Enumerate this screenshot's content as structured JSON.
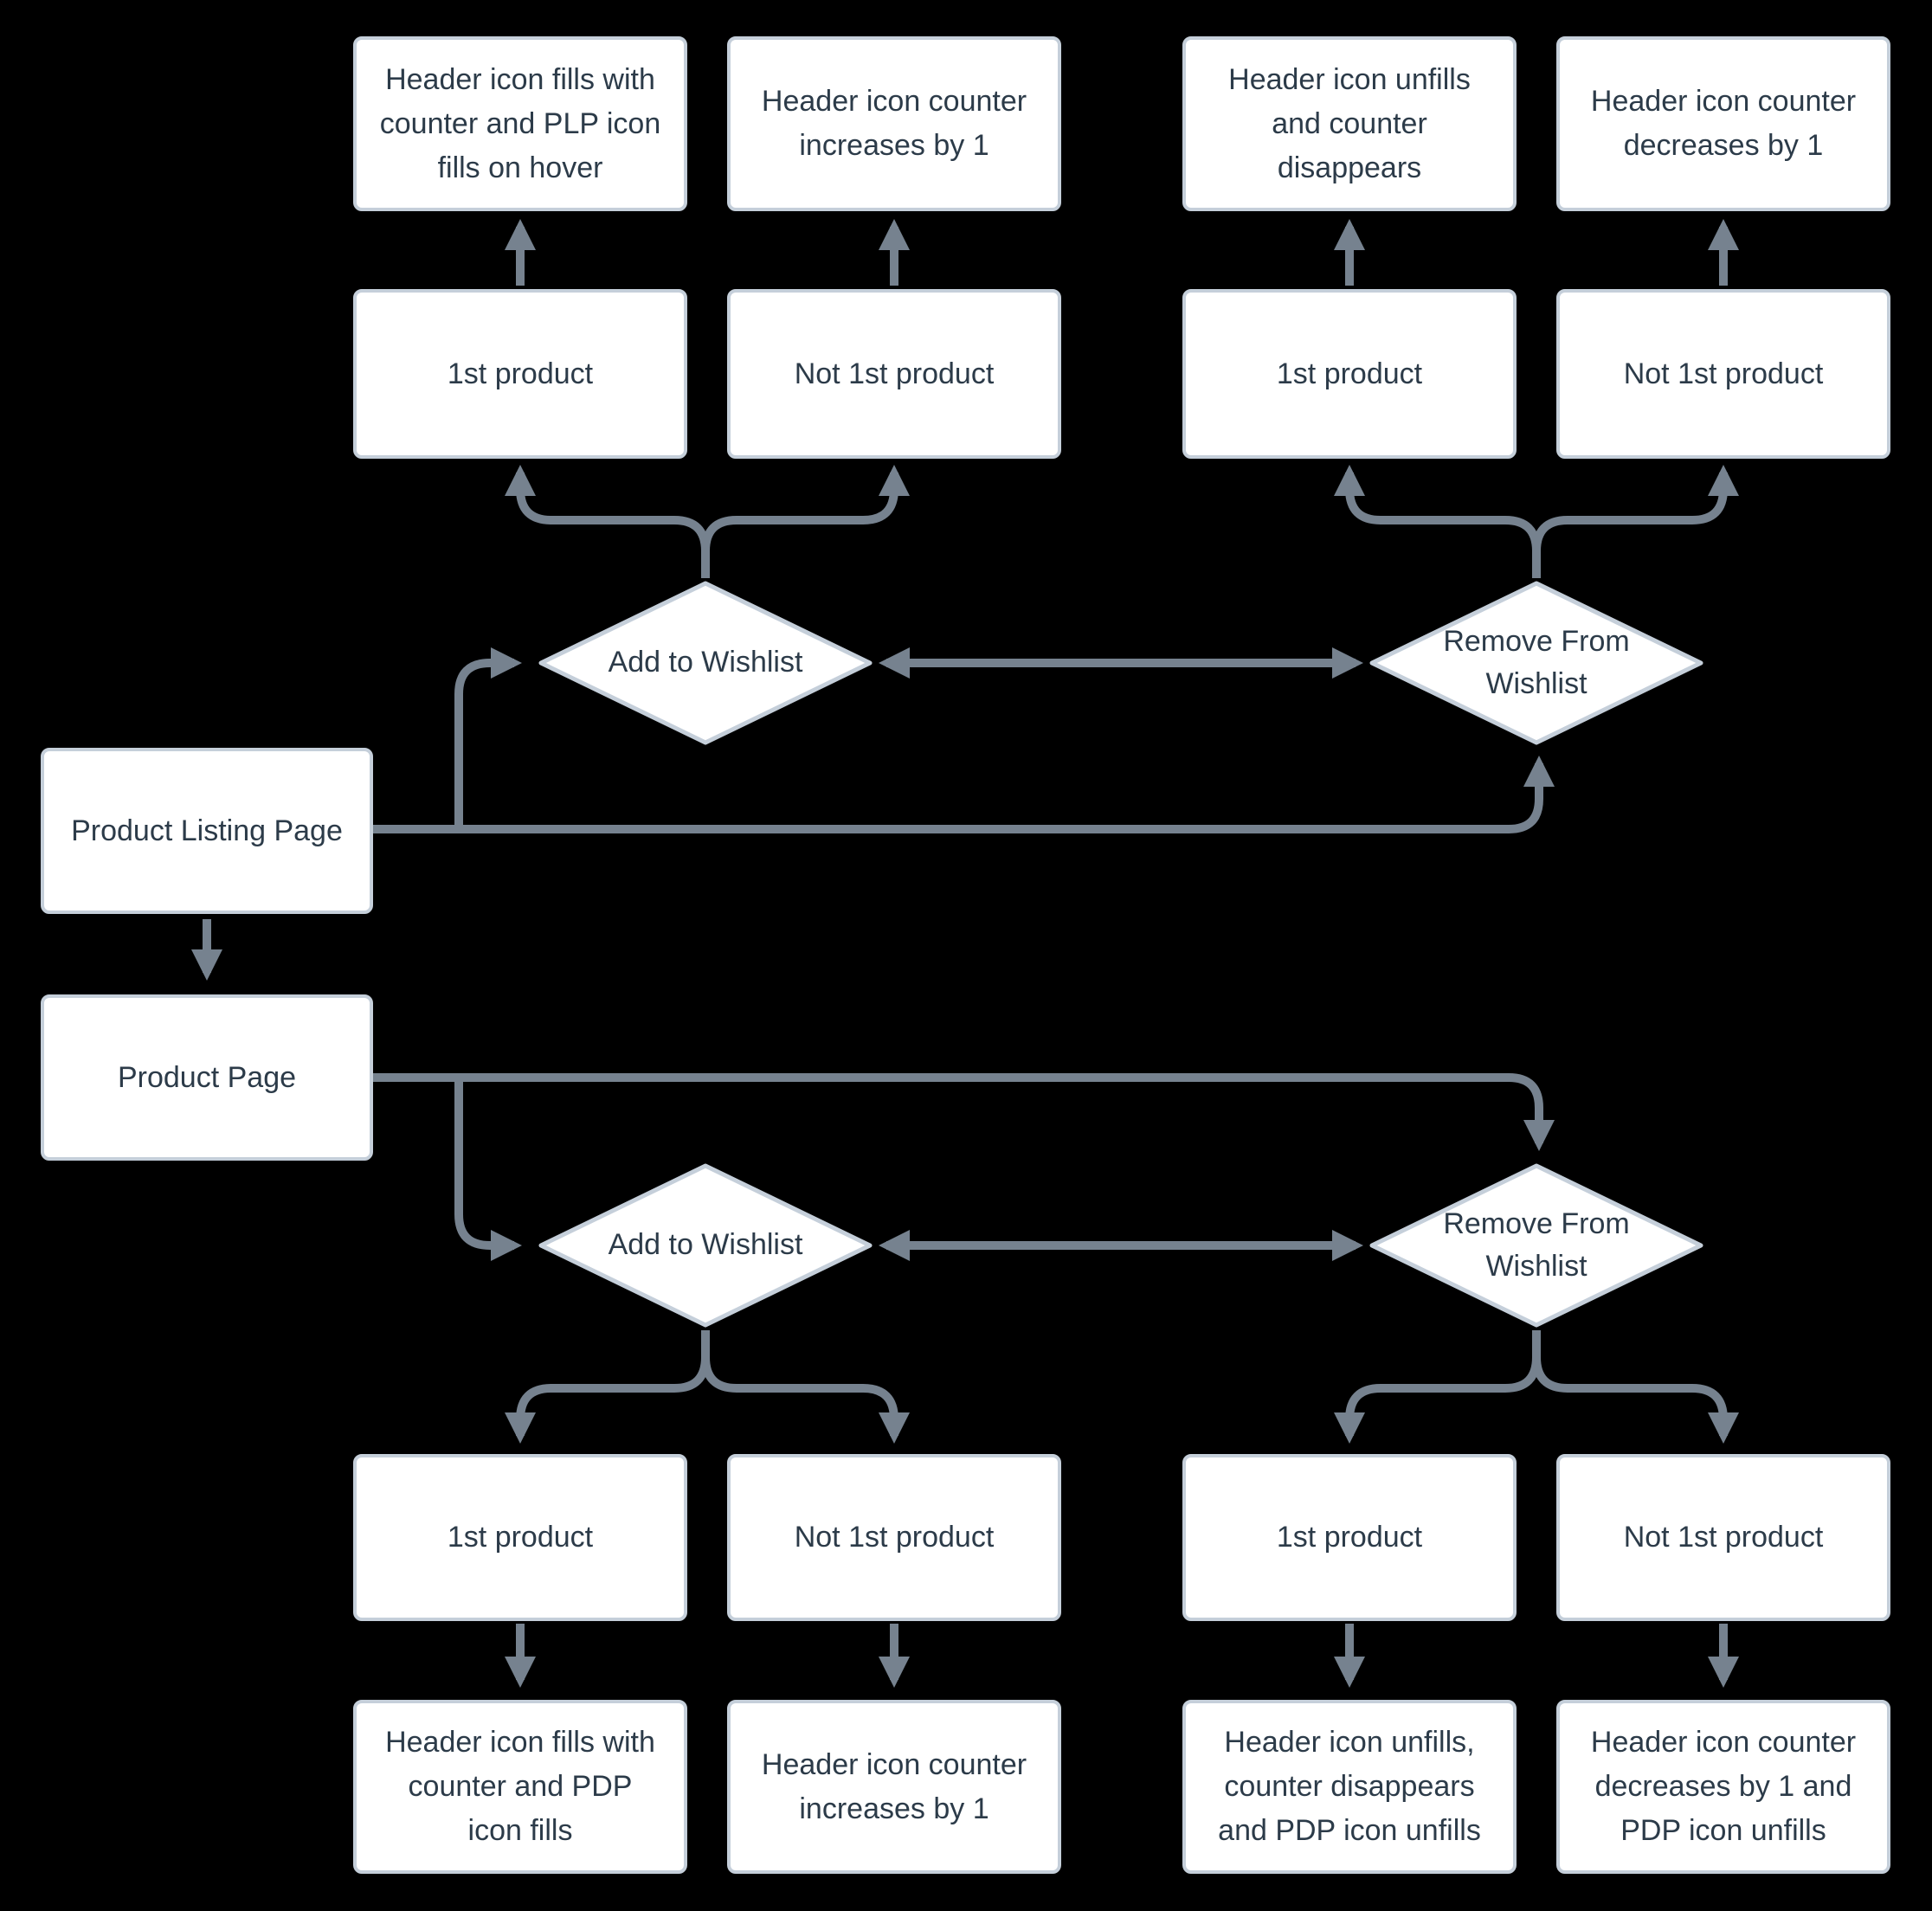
{
  "colors": {
    "background": "#000000",
    "node_fill": "#ffffff",
    "node_border": "#c5cfda",
    "text": "#2c3b49",
    "connector": "#76828f"
  },
  "plp_flow": {
    "source_label": "Product Listing Page",
    "add_decision_label": "Add to Wishlist",
    "remove_decision_label": "Remove From Wishlist",
    "add_conditions": [
      "1st product",
      "Not 1st product"
    ],
    "add_outcomes": [
      "Header icon fills with counter and PLP icon fills on hover",
      "Header icon counter increases by 1"
    ],
    "remove_conditions": [
      "1st product",
      "Not 1st product"
    ],
    "remove_outcomes": [
      "Header icon unfills and counter disappears",
      "Header icon counter decreases by 1"
    ]
  },
  "pdp_flow": {
    "source_label": "Product Page",
    "add_decision_label": "Add to Wishlist",
    "remove_decision_label": "Remove From Wishlist",
    "add_conditions": [
      "1st product",
      "Not 1st product"
    ],
    "add_outcomes": [
      "Header icon fills with counter and PDP icon fills",
      "Header icon counter increases by 1"
    ],
    "remove_conditions": [
      "1st product",
      "Not 1st product"
    ],
    "remove_outcomes": [
      "Header icon unfills, counter disappears and PDP icon unfills",
      "Header icon counter decreases by 1 and PDP icon unfills"
    ]
  }
}
